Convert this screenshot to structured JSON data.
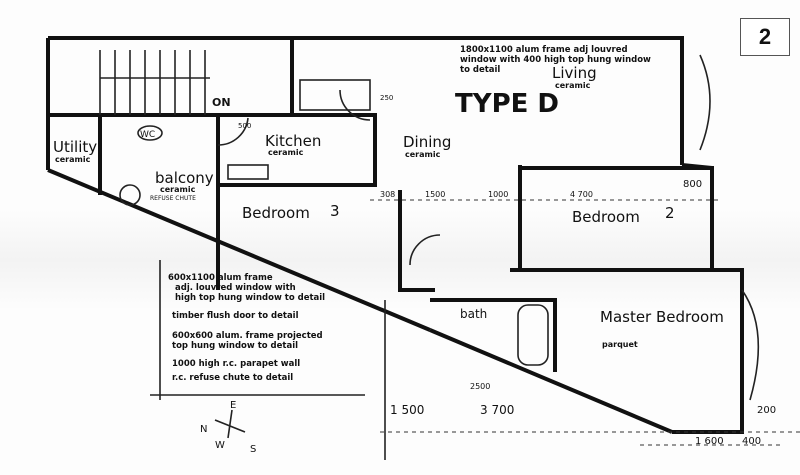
{
  "plan": {
    "title": "TYPE D",
    "sheet_number": "2",
    "rooms": {
      "living": {
        "name": "Living",
        "finish": "ceramic"
      },
      "dining": {
        "name": "Dining",
        "finish": "ceramic"
      },
      "kitchen": {
        "name": "Kitchen",
        "finish": "ceramic"
      },
      "utility": {
        "name": "Utility",
        "finish": "ceramic"
      },
      "balcony": {
        "name": "balcony",
        "finish": "ceramic",
        "extra": "REFUSE CHUTE"
      },
      "bedroom3": {
        "name": "Bedroom",
        "number": "3"
      },
      "bedroom2": {
        "name": "Bedroom",
        "number": "2"
      },
      "master": {
        "name": "Master Bedroom",
        "finish": "parquet"
      },
      "bath": {
        "name": "bath"
      },
      "wc": {
        "name": "WC"
      },
      "on": {
        "name": "ON"
      }
    },
    "notes": {
      "living_window": [
        "1800x1100 alum frame adj louvred",
        "window with 400 high top hung window",
        "to detail"
      ],
      "left": [
        "600x1100 alum frame",
        "adj. louvred window with",
        "high top hung window to detail",
        "timber flush door to detail",
        "600x600 alum. frame projected",
        "top hung window to detail",
        "1000 high r.c. parapet wall",
        "r.c. refuse chute to detail"
      ]
    },
    "dimensions": [
      "308",
      "1500",
      "1000",
      "4 700",
      "800",
      "2500",
      "1 500",
      "3 700",
      "200",
      "1 600",
      "400",
      "500",
      "250"
    ],
    "compass": {
      "n": "N",
      "e": "E",
      "s": "S",
      "w": "W"
    }
  }
}
